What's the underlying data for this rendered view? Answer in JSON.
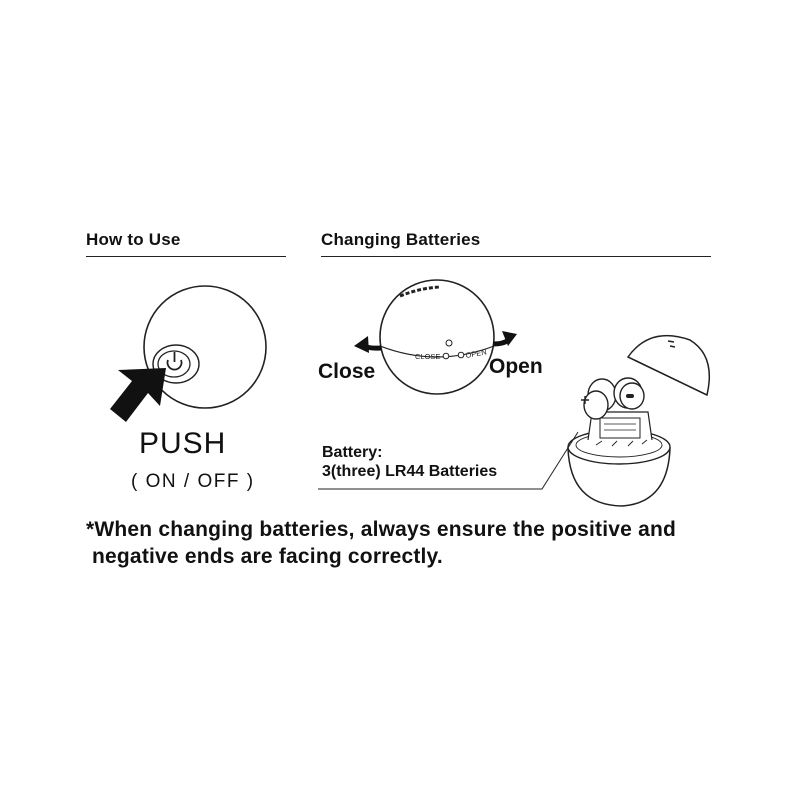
{
  "how_to_use": {
    "title": "How to Use",
    "push_label": "PUSH",
    "on_off_label": "( ON / OFF )"
  },
  "changing_batteries": {
    "title": "Changing Batteries",
    "close_label": "Close",
    "open_label": "Open",
    "close_mark": "CLOSE",
    "open_mark": "OPEN",
    "battery_line1": "Battery:",
    "battery_line2": "3(three) LR44 Batteries"
  },
  "note": {
    "line1": "*When changing batteries, always ensure the positive and",
    "line2": "negative ends are facing correctly."
  }
}
